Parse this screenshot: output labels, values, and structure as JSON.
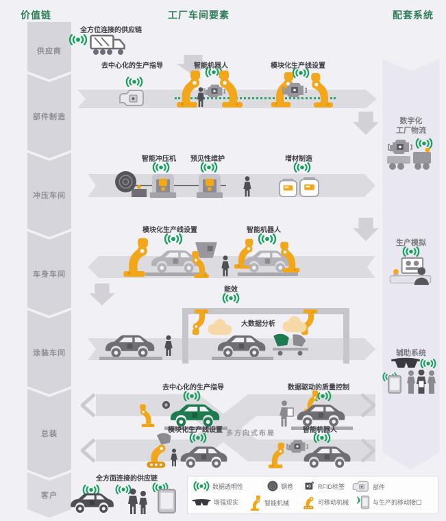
{
  "header": {
    "value_chain": "价值链",
    "factory": "工厂车间要素",
    "support": "配套系统"
  },
  "value_chain": {
    "items": [
      "供应商",
      "部件制造",
      "冲压车间",
      "车身车间",
      "涂装车间",
      "总装",
      "客户"
    ]
  },
  "support": {
    "logistics_line1": "数字化",
    "logistics_line2": "工厂物流",
    "simulation": "生产模拟",
    "assist": "辅助系统"
  },
  "stages": {
    "supplier": {
      "label": "全方位连接的供应链"
    },
    "parts": {
      "decentralized": "去中心化的生产指导",
      "smart_robot": "智能机器人",
      "modular_line": "模块化生产线设置"
    },
    "stamping": {
      "smart_press": "智能冲压机",
      "predictive": "预见性维护",
      "additive": "增材制造"
    },
    "body": {
      "modular_line": "模块化生产线设置",
      "smart_robot": "智能机器人"
    },
    "paint": {
      "energy": "能效",
      "big_data": "大数据分析"
    },
    "assembly": {
      "decentralized": "去中心化的生产指导",
      "quality": "数据驱动的质量控制",
      "modular_line": "模块化生产线设置",
      "smart_robot": "智能机器人",
      "multi_direction": "多方向式布局"
    },
    "customer": {
      "label": "全方面连接的供应链"
    }
  },
  "legend": {
    "items": [
      {
        "icon": "wifi-icon",
        "label": "数据透明性"
      },
      {
        "icon": "coil-icon",
        "label": "钢卷"
      },
      {
        "icon": "rfid-icon",
        "label": "RFID标签"
      },
      {
        "icon": "part-icon",
        "label": "部件"
      },
      {
        "icon": "ar-glasses-icon",
        "label": "增强现实"
      },
      {
        "icon": "robot-arm-icon",
        "label": "智能机械"
      },
      {
        "icon": "mobile-robot-icon",
        "label": "可移动机械"
      },
      {
        "icon": "mobile-interface-icon",
        "label": "与生产的移动接口"
      }
    ]
  },
  "colors": {
    "accent_green": "#2e7d5b",
    "wifi_green": "#17a05e",
    "machine_orange": "#f2a71b",
    "band_gray": "#dcdbe0",
    "car_green": "#1e7a4f"
  }
}
